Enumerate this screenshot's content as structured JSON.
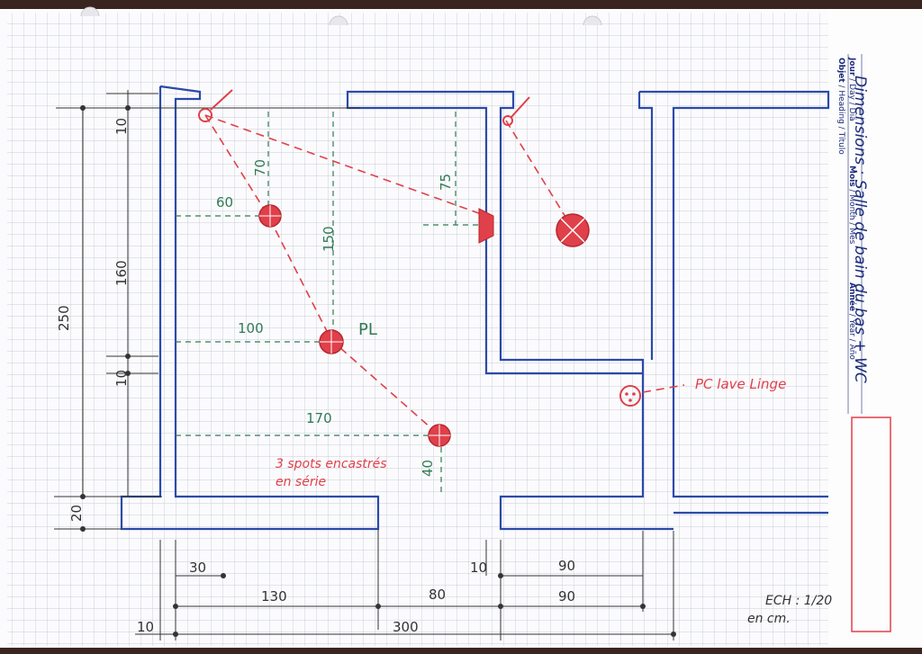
{
  "header": {
    "day_label": "Jour",
    "day_sub": "Day / Diá",
    "month_label": "Mois",
    "month_sub": "Month / Mes",
    "year_label": "Année",
    "year_sub": "Year / Año",
    "object_label": "Objet",
    "object_sub": "Heading / Título",
    "title": "Dimensions : Salle de bain du bas + WC"
  },
  "dimensions": {
    "v_250": "250",
    "v_160": "160",
    "v_10_top": "10",
    "v_10_mid": "10",
    "v_20": "20",
    "h_30": "30",
    "h_130": "130",
    "h_80": "80",
    "h_90_top": "90",
    "h_90_bottom": "90",
    "h_10_right": "10",
    "h_10_left": "10",
    "h_300": "300"
  },
  "green_dims": {
    "d70": "70",
    "d60": "60",
    "d150": "150",
    "d75": "75",
    "d100": "100",
    "d170": "170",
    "d40": "40",
    "pl": "PL"
  },
  "annotations": {
    "spots_line1": "3 spots encastrés",
    "spots_line2": "en série",
    "pc_label": "PC lave Linge",
    "scale_line1": "ECH : 1/20",
    "scale_line2": "en cm."
  }
}
